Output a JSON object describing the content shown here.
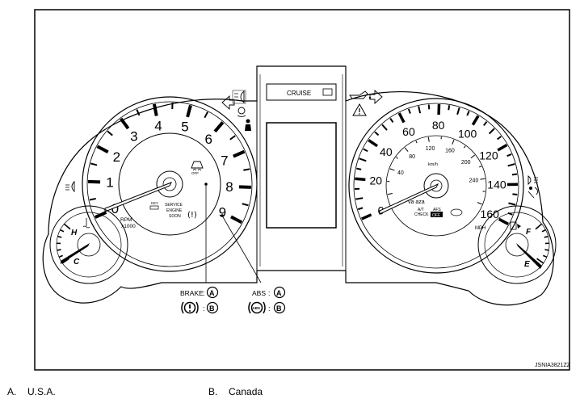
{
  "figure_id": "JSNIA3821ZZ",
  "cruise_label": "CRUISE",
  "tach": {
    "ticks": [
      "0",
      "1",
      "2",
      "3",
      "4",
      "5",
      "6",
      "7",
      "8",
      "9"
    ],
    "unit_line1": "RPM",
    "unit_line2": "x1000",
    "service_line1": "SERVICE",
    "service_line2": "ENGINE",
    "service_line3": "SOON",
    "key_label": "KEY",
    "off_label": "OFF"
  },
  "speedo": {
    "mph_ticks": [
      "0",
      "20",
      "40",
      "60",
      "80",
      "100",
      "120",
      "140",
      "160"
    ],
    "mph_unit": "MPH",
    "kmh_ticks": [
      "40",
      "80",
      "120",
      "160",
      "200",
      "240"
    ],
    "kmh_unit": "km/h",
    "at_check_line1": "A/T",
    "at_check_line2": "CHECK",
    "afs_line1": "AFS",
    "afs_line2": "OFF",
    "va_label": "va aza"
  },
  "temp_gauge": {
    "hot": "H",
    "cold": "C"
  },
  "fuel_gauge": {
    "full": "F",
    "empty": "E"
  },
  "callouts": {
    "brake_label": "BRAKE",
    "abs_label": "ABS",
    "a_letter": "A",
    "b_letter": "B",
    "abs_symbol": "ABS",
    "sep": ":"
  },
  "legend": [
    {
      "key": "A.",
      "value": "U.S.A."
    },
    {
      "key": "B.",
      "value": "Canada"
    }
  ]
}
